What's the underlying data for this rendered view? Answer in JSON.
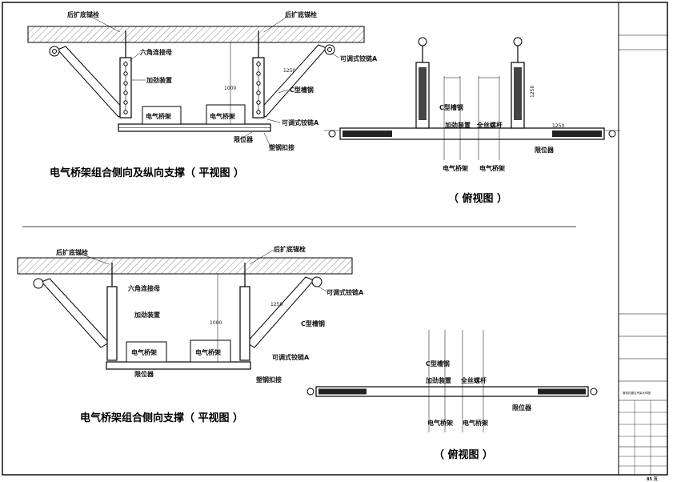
{
  "top_left": {
    "title": "电气桥架组合侧向及纵向支撑（ 平视图 ）",
    "labels": {
      "anchor_left": "后扩底锚栓",
      "anchor_right": "后扩底锚栓",
      "hex_nut": "六角连接母",
      "stiffener": "加劲装置",
      "tray_left": "电气桥架",
      "tray_right": "电气桥架",
      "hinge_top": "可调式铰链A",
      "hinge_bottom": "可调式铰链A",
      "channel": "C型槽钢",
      "limiter": "限位器",
      "clamp": "塑钢扣接"
    },
    "dims": {
      "d1": "1000",
      "d2": "1250"
    }
  },
  "top_right": {
    "title": "（ 俯视图 ）",
    "labels": {
      "channel": "C型槽钢",
      "stiffener": "加劲装置",
      "rod": "全丝螺杆",
      "limiter": "限位器",
      "tray_left": "电气桥架",
      "tray_right": "电气桥架"
    },
    "dims": {
      "d1": "1250",
      "d2": "1250"
    }
  },
  "bottom_left": {
    "title": "电气桥架组合侧向支撑（ 平视图 ）",
    "labels": {
      "anchor_left": "后扩底锚栓",
      "anchor_right": "后扩底锚栓",
      "hex_nut": "六角连接母",
      "stiffener": "加劲装置",
      "tray_left": "电气桥架",
      "tray_right": "电气桥架",
      "hinge": "可调式铰链A",
      "channel": "C型槽钢",
      "hinge_side": "可调式铰链A",
      "limiter": "限位器",
      "clamp": "塑钢扣接"
    },
    "dims": {
      "d1": "1000",
      "d2": "1250"
    }
  },
  "bottom_right": {
    "title": "（ 俯视图 ）",
    "labels": {
      "channel": "C型槽钢",
      "stiffener": "加劲装置",
      "rod": "全丝螺杆",
      "limiter": "限位器",
      "tray_left": "电气桥架",
      "tray_right": "电气桥架"
    }
  },
  "title_block": {
    "project_title": "管线抗震支吊架大样图",
    "page": "85 页"
  }
}
